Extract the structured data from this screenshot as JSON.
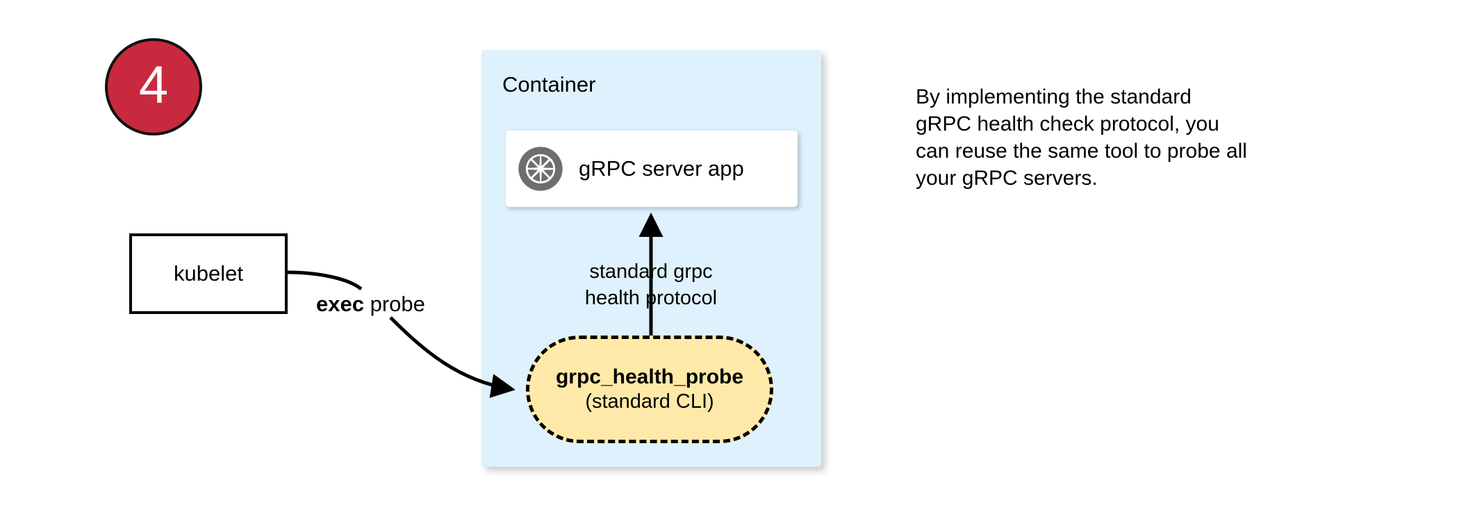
{
  "step": {
    "number": "4",
    "circle_color": "#C9293E",
    "text_color": "#FFFFFF"
  },
  "kubelet": {
    "label": "kubelet"
  },
  "container": {
    "title": "Container",
    "bg_color": "#DEF1FC"
  },
  "server_app": {
    "label": "gRPC server app",
    "icon": "aperture-icon",
    "icon_color": "#6E6E6E",
    "bg_color": "#FFFFFF"
  },
  "probe": {
    "title": "grpc_health_probe",
    "subtitle": "(standard CLI)",
    "fill_color": "#FFE9A8",
    "border_style": "dashed"
  },
  "edges": {
    "exec_probe_bold": "exec",
    "exec_probe_rest": " probe",
    "protocol_line1": "standard grpc",
    "protocol_line2": "health protocol"
  },
  "note": {
    "line1": "By implementing the standard",
    "line2": "gRPC health check protocol, you",
    "line3": "can reuse the same tool to probe all",
    "line4": "your gRPC servers."
  }
}
